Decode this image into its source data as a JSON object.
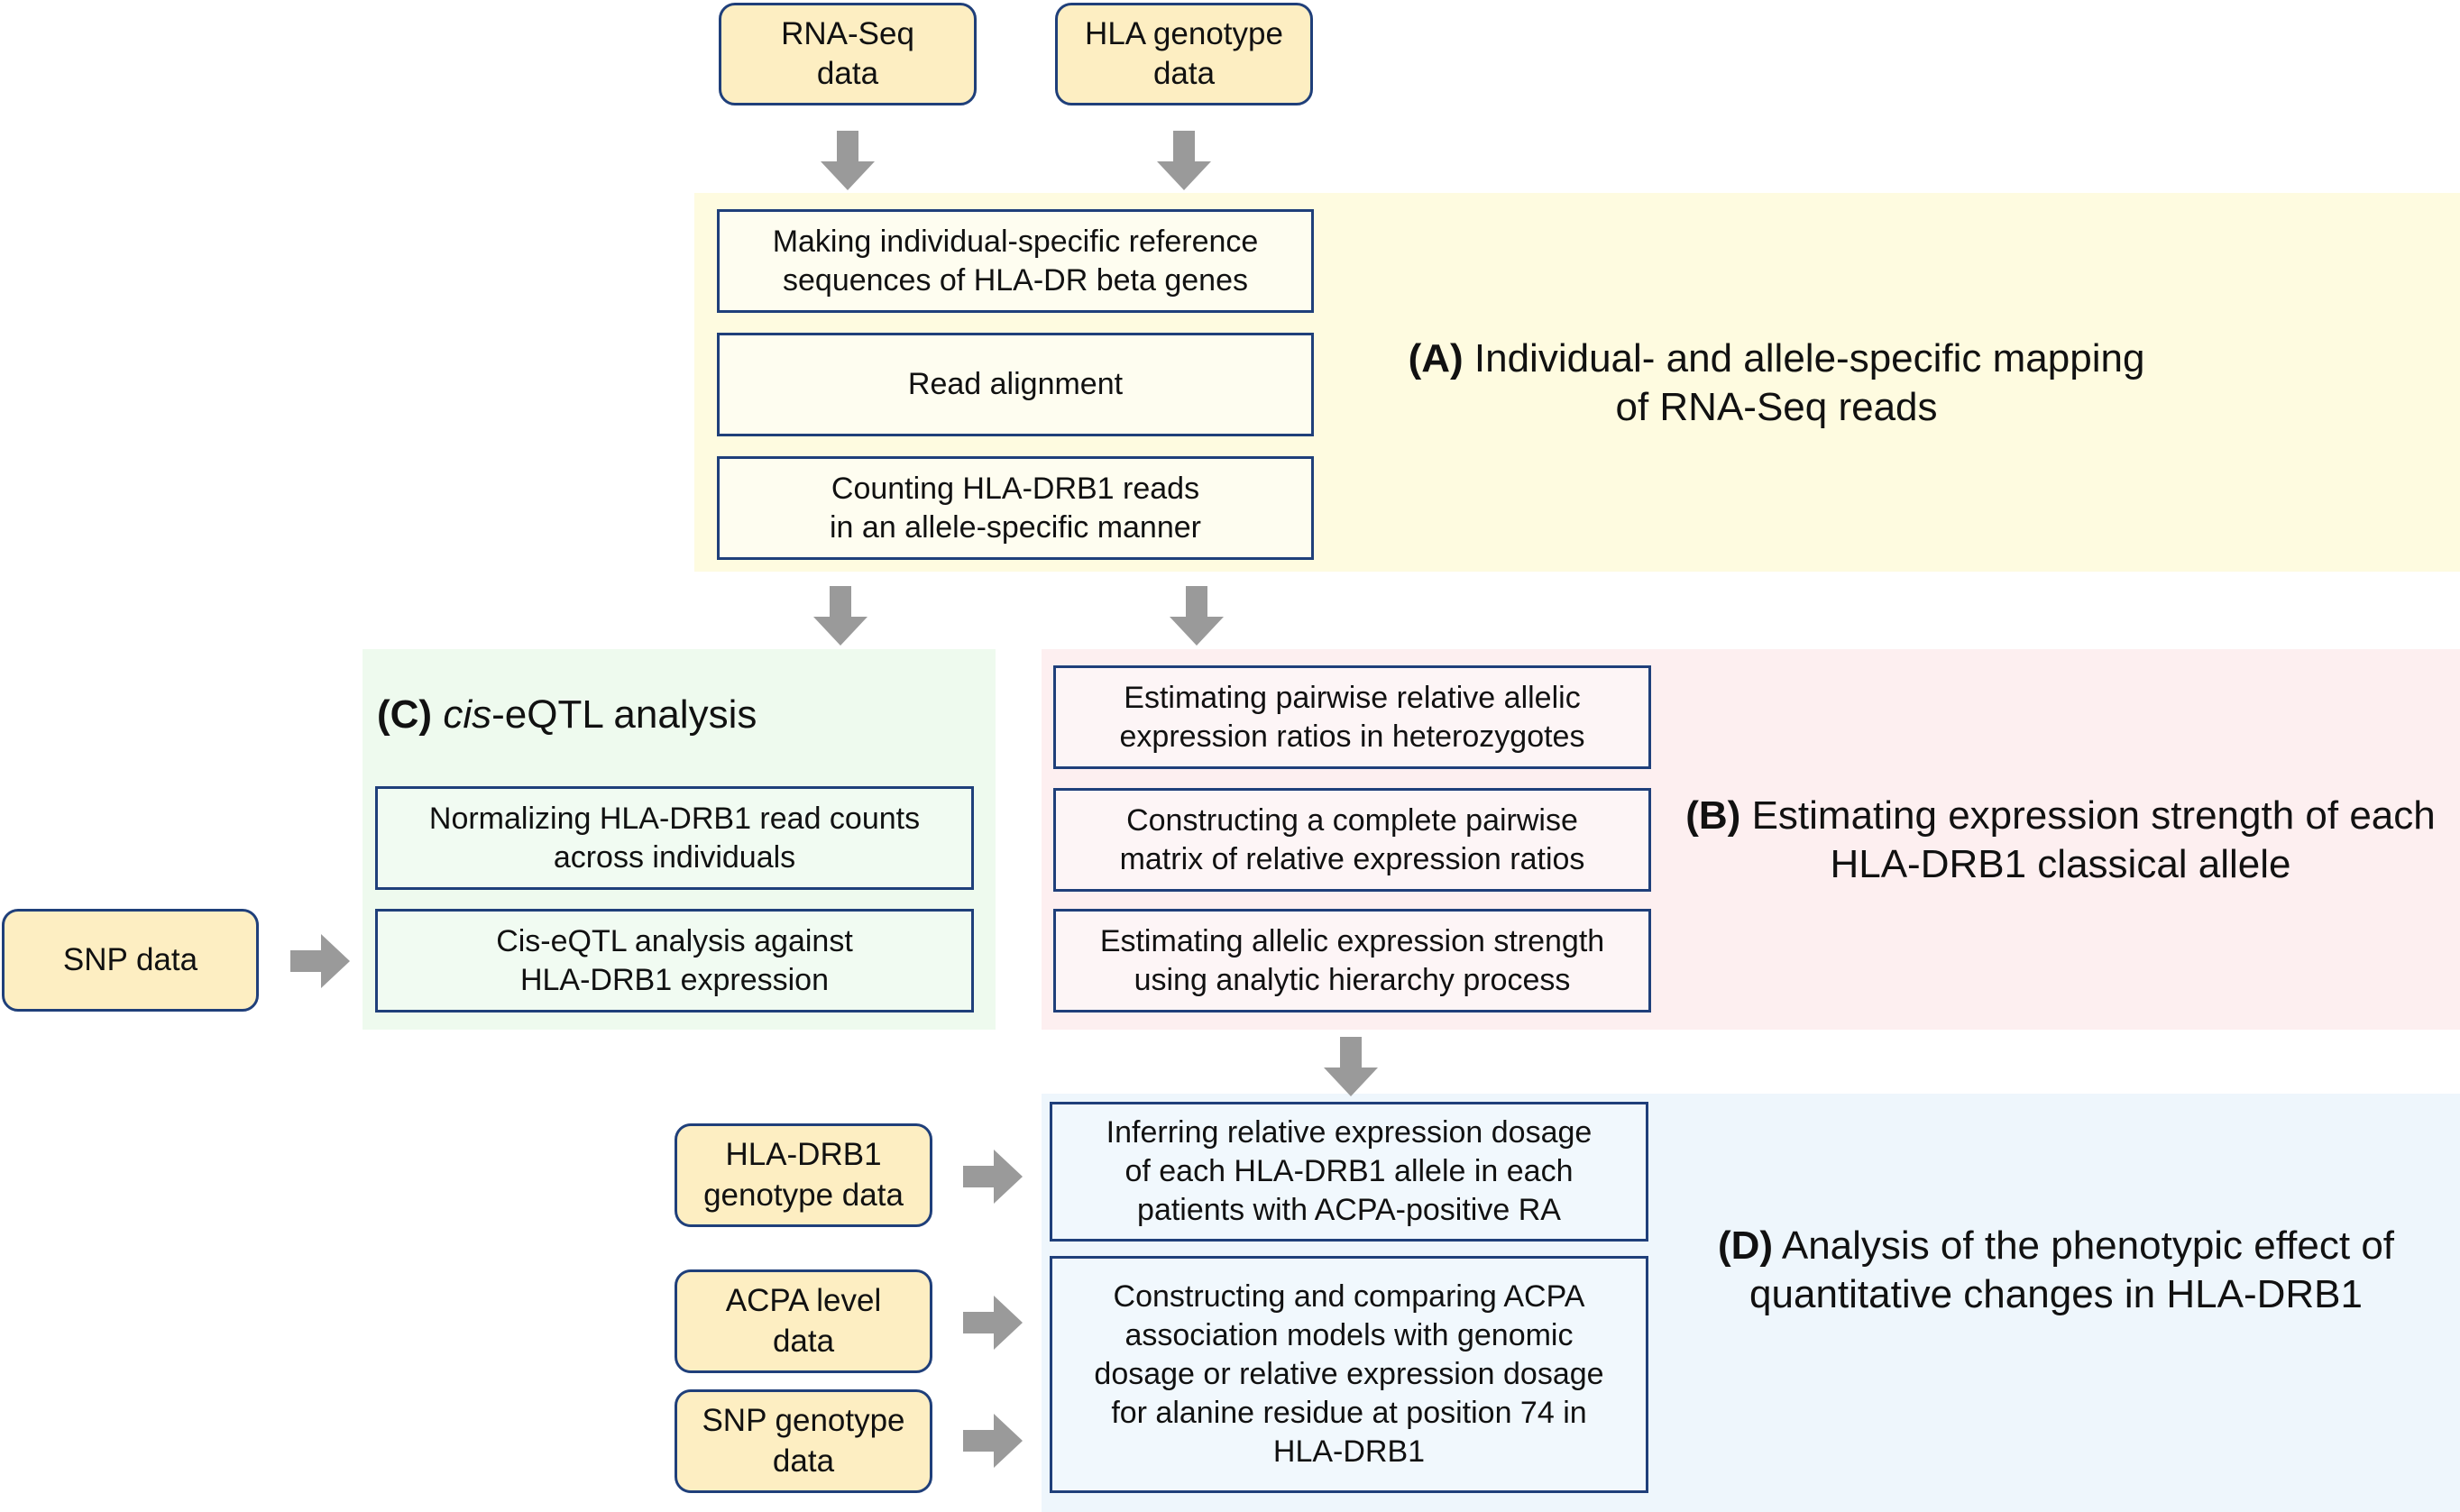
{
  "inputs": {
    "rna_seq": "RNA-Seq\ndata",
    "hla_genotype": "HLA genotype\ndata",
    "snp": "SNP data",
    "hla_drb1_genotype": "HLA-DRB1\ngenotype data",
    "acpa_level": "ACPA level\ndata",
    "snp_genotype": "SNP genotype\ndata"
  },
  "section_a": {
    "tag": "(A)",
    "title": "Individual- and allele-specific mapping\nof RNA-Seq reads",
    "steps": [
      "Making individual-specific reference\nsequences of HLA-DR beta genes",
      "Read alignment",
      "Counting HLA-DRB1 reads\nin an allele-specific manner"
    ]
  },
  "section_b": {
    "tag": "(B)",
    "title": "Estimating expression strength of each\nHLA-DRB1 classical allele",
    "steps": [
      "Estimating pairwise relative allelic\nexpression ratios in heterozygotes",
      "Constructing a complete pairwise\nmatrix of relative expression ratios",
      "Estimating allelic expression strength\nusing analytic hierarchy process"
    ]
  },
  "section_c": {
    "tag": "(C)",
    "title_italic": "cis",
    "title_rest": "-eQTL analysis",
    "steps": [
      "Normalizing HLA-DRB1 read counts\nacross individuals",
      "Cis-eQTL analysis against\nHLA-DRB1 expression"
    ]
  },
  "section_d": {
    "tag": "(D)",
    "title": "Analysis of the phenotypic effect of\nquantitative changes in HLA-DRB1",
    "steps": [
      "Inferring relative expression dosage\nof each HLA-DRB1 allele in each\npatients with ACPA-positive RA",
      "Constructing and comparing ACPA\nassociation models with genomic\ndosage or relative expression dosage\nfor alanine residue at position 74 in\nHLA-DRB1"
    ]
  },
  "colors": {
    "panel_a": "#fefbe0",
    "panel_b": "#fdeff0",
    "panel_c": "#eefaee",
    "panel_d": "#eef6fc",
    "input_fill": "#fdeec2",
    "border": "#1f3f7a",
    "arrow": "#9a9a9a"
  }
}
